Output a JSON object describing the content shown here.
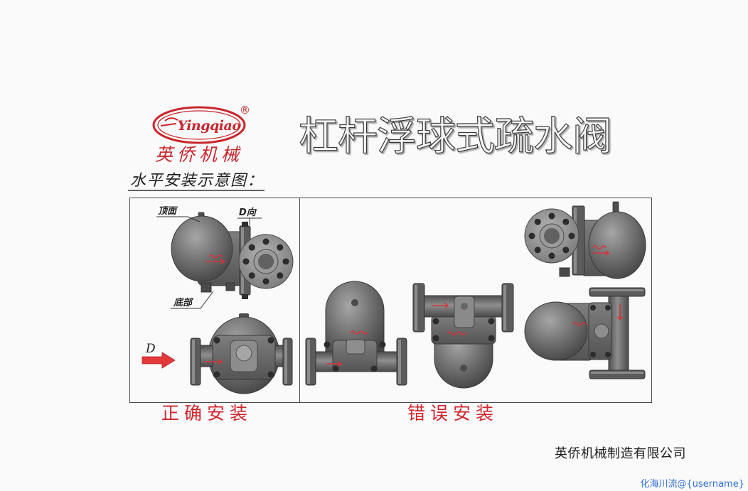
{
  "logo": {
    "wordmark": "Yingqiao",
    "registered_mark": "®",
    "company_short": "英侨机械"
  },
  "title": "杠杆浮球式疏水阀",
  "section_heading": "水平安装示意图：",
  "diagram": {
    "correct": {
      "caption": "正确安装",
      "labels": {
        "top_face": "顶面",
        "view_direction": "D向",
        "bottom": "底部",
        "arrow": "D"
      }
    },
    "wrong": {
      "caption": "错误安装"
    }
  },
  "footer": {
    "company_name": "英侨机械制造有限公司",
    "watermark": "化海川流@{username}"
  },
  "icons": {
    "view_arrow": "red-right-arrow-icon"
  },
  "colors": {
    "brand_red": "#c8262c",
    "valve_grey": "#6f6f6f",
    "frame": "#4a4a4a",
    "watermark_blue": "#2e6fd8",
    "background": "#fafafa"
  }
}
